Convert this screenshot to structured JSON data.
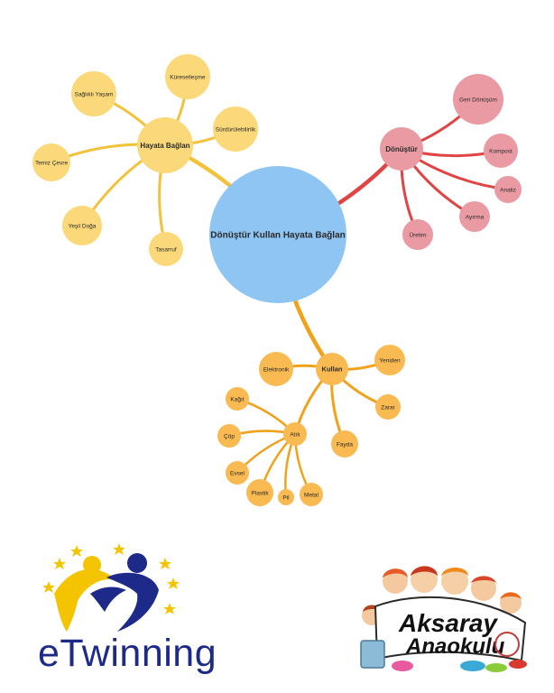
{
  "mindmap": {
    "center": {
      "label": "Dönüştür Kullan Hayata Bağlan",
      "color": "#8ec5f3"
    },
    "branches": [
      {
        "label": "Hayata Bağlan",
        "color": "#fbd97a",
        "line": "#f3c23a",
        "children": [
          "Küreselleşme",
          "Sağlıklı Yaşam",
          "Sürdürülebilirlik",
          "Temiz Çevre",
          "Yeşil Doğa",
          "Tasarruf"
        ]
      },
      {
        "label": "Dönüştür",
        "color": "#ea9aa2",
        "line": "#e04545",
        "children": [
          "Geri Dönüşüm",
          "Kompost",
          "Analiz",
          "Ayırma",
          "Üretim"
        ]
      },
      {
        "label": "Kullan",
        "color": "#f9ba52",
        "line": "#f0a21a",
        "children": [
          "Elektronik",
          "Yeniden",
          "Zarar",
          "Fayda"
        ],
        "sub": {
          "label": "Atık",
          "children": [
            "Kağıt",
            "Çöp",
            "Evsel",
            "Plastik",
            "Pil",
            "Metal"
          ]
        }
      }
    ]
  },
  "logos": {
    "etwinning": {
      "text": "eTwinning",
      "colors": {
        "yellow": "#f5c400",
        "blue": "#1e2a8a",
        "star": "#f5c400"
      }
    },
    "school": {
      "line1": "Aksaray",
      "line2": "Anaokulu"
    }
  }
}
